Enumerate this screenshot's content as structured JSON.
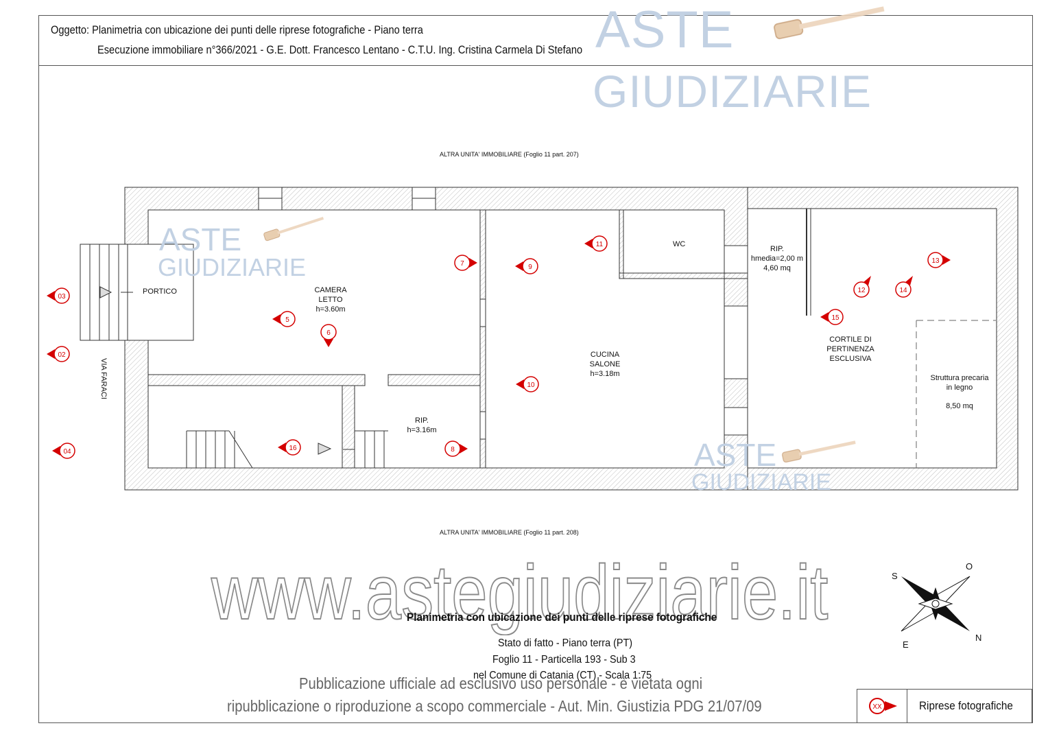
{
  "header": {
    "subject": "Oggetto: Planimetria con ubicazione dei punti delle riprese fotografiche - Piano terra",
    "procedure": "Esecuzione immobiliare n°366/2021   -   G.E. Dott. Francesco Lentano - C.T.U. Ing. Cristina Carmela Di Stefano"
  },
  "neighbors": {
    "top": "ALTRA UNITA' IMMOBILIARE  (Foglio 11 part. 207)",
    "bottom": "ALTRA UNITA' IMMOBILIARE  (Foglio 11 part. 208)"
  },
  "street": "VIA FARACI",
  "rooms": {
    "portico": "PORTICO",
    "bedroom_l1": "CAMERA",
    "bedroom_l2": "LETTO",
    "bedroom_h": "h=3.60m",
    "storage1_l1": "RIP.",
    "storage1_h": "h=3.16m",
    "kitchen_l1": "CUCINA",
    "kitchen_l2": "SALONE",
    "kitchen_h": "h=3.18m",
    "wc": "WC",
    "storage2_l1": "RIP.",
    "storage2_l2": "hmedia=2,00 m",
    "storage2_l3": "4,60 mq",
    "court_l1": "CORTILE DI",
    "court_l2": "PERTINENZA",
    "court_l3": "ESCLUSIVA",
    "shed_l1": "Struttura precaria",
    "shed_l2": "in legno",
    "shed_l3": "8,50 mq"
  },
  "photo_points": [
    "02",
    "03",
    "04",
    "5",
    "6",
    "7",
    "8",
    "9",
    "10",
    "11",
    "12",
    "13",
    "14",
    "15",
    "16"
  ],
  "caption": {
    "title": "Planimetria con ubicazione dei punti delle riprese fotografiche",
    "line1": "Stato di fatto - Piano terra (PT)",
    "line2": "Foglio 11 - Particella 193 - Sub 3",
    "line3": "nel Comune di Catania (CT) - Scala 1:75"
  },
  "compass": {
    "s": "S",
    "o": "O",
    "e": "E",
    "n": "N"
  },
  "legend": {
    "symbol": "XX",
    "label": "Riprese fotografiche"
  },
  "watermark": {
    "aste": "ASTE",
    "giudiziarie": "GIUDIZIARIE",
    "url": "www.astegiudiziarie.it",
    "notice_l1": "Pubblicazione ufficiale ad esclusivo uso personale - è vietata ogni",
    "notice_l2": "ripubblicazione o riproduzione a scopo commerciale - Aut. Min. Giustizia PDG 21/07/09"
  },
  "colors": {
    "marker": "#d40000",
    "watermark": "#c2d1e3",
    "line": "#333333"
  }
}
